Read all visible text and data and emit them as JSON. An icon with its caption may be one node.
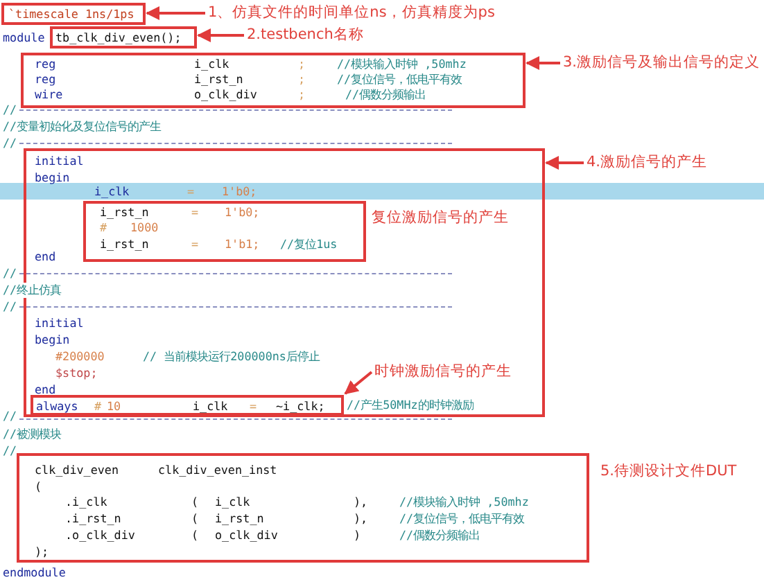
{
  "diagram": {
    "nodes": [
      {
        "text": [
          "`timescale 1ns/1ps"
        ]
      },
      {
        "text": [
          "1、仿真文件的时间单位ns，仿真精度为ps"
        ]
      },
      {
        "text": [
          "tb_clk_div_even();"
        ]
      },
      {
        "text": [
          "2.testbench名称"
        ]
      },
      {
        "text": [
          "reg",
          "i_clk",
          ";",
          "//模块输入时钟 ,50mhz",
          "reg",
          "i_rst_n",
          ";",
          "//复位信号，低电平有效",
          "wire",
          "o_clk_div",
          ";",
          "//偶数分频输出"
        ]
      },
      {
        "text": [
          "3.激励信号及输出信号的定义"
        ]
      },
      {
        "text": [
          "initial",
          "begin",
          "i_clk",
          "=",
          "1'b0;",
          "end",
          "initial",
          "begin",
          "#200000",
          "// 当前模块运行200000ns后停止",
          "$stop;",
          "end",
          "//产生50MHz的时钟激励"
        ]
      },
      {
        "text": [
          "i_rst_n",
          "=",
          "1'b0;",
          "#",
          "1000",
          "i_rst_n",
          "=",
          "1'b1;",
          "//复位1us"
        ],
        "in": 6,
        "beside": [
          "复位激励信号的产生"
        ]
      },
      {
        "text": [
          "always",
          "#",
          "10",
          "i_clk",
          "=",
          "~i_clk;"
        ],
        "in": 6
      },
      {
        "text": [
          "时钟激励信号的产生"
        ],
        "in": 6
      },
      {
        "text": [
          "4.激励信号的产生"
        ]
      },
      {
        "text": [
          "clk_div_even",
          "clk_div_even_inst",
          "(",
          ".i_clk",
          "(",
          "i_clk",
          "),",
          "//模块输入时钟 ,50mhz",
          ".i_rst_n",
          "(",
          "i_rst_n",
          "),",
          "//复位信号，低电平有效",
          ".o_clk_div",
          "(",
          "o_clk_div",
          ")",
          "//偶数分频输出",
          ");"
        ],
        "beside": [
          "5.待测设计文件DUT"
        ]
      }
    ],
    "edges": [
      {
        "from": 1,
        "to": 0,
        "arrow": "to"
      },
      {
        "from": 3,
        "to": 2,
        "arrow": "to"
      },
      {
        "from": 5,
        "to": 4,
        "arrow": "to"
      },
      {
        "from": 10,
        "to": 6,
        "arrow": "to"
      },
      {
        "from": 9,
        "to": 8,
        "arrow": "to"
      }
    ],
    "labels": [
      "module",
      "//",
      "//变量初始化及复位信号的产生",
      "//",
      "//",
      "//终止仿真",
      "//",
      "//",
      "//被测模块",
      "//",
      "endmodule"
    ]
  }
}
